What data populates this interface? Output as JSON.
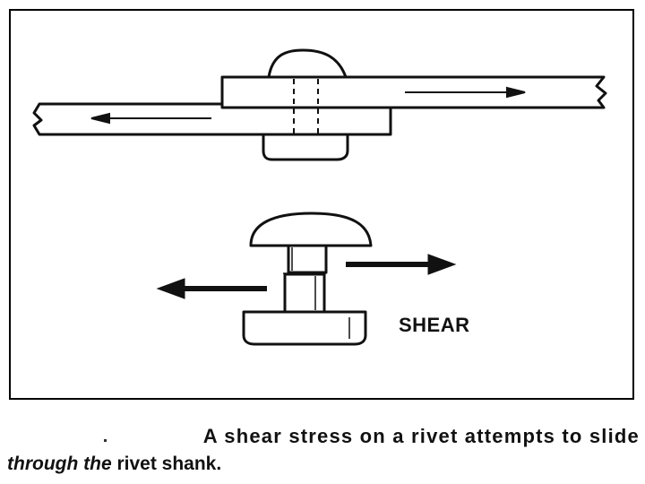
{
  "labels": {
    "shear": "SHEAR"
  },
  "caption": {
    "line1": "A shear stress on a rivet attempts to slide",
    "line2_italic": "through the",
    "line2_rest": " rivet shank."
  },
  "colors": {
    "ink": "#111111",
    "background": "#ffffff"
  }
}
